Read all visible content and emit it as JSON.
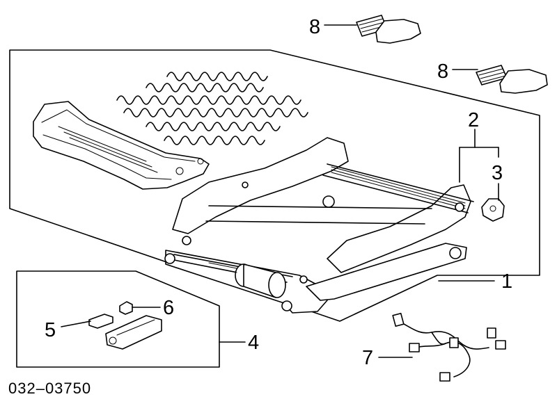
{
  "diagram": {
    "callouts": {
      "c1": "1",
      "c2": "2",
      "c3": "3",
      "c4": "4",
      "c5": "5",
      "c6": "6",
      "c7": "7",
      "c8a": "8",
      "c8b": "8"
    },
    "part_number": "032–03750"
  }
}
